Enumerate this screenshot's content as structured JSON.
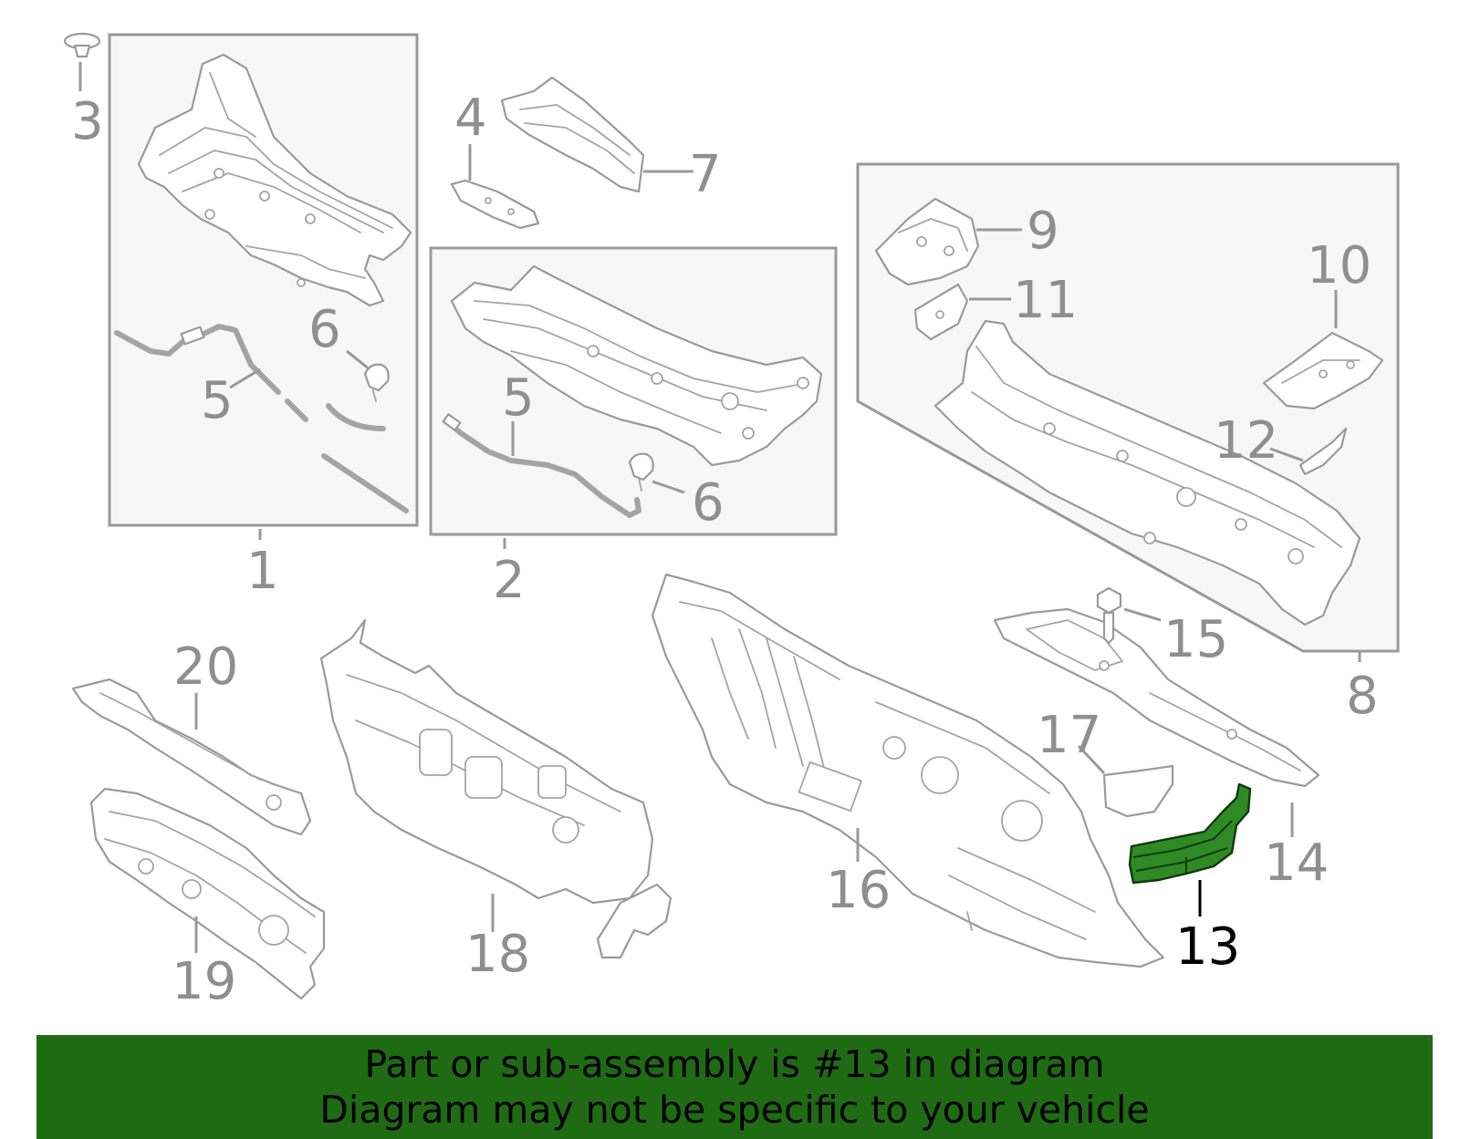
{
  "diagram": {
    "callouts": [
      "1",
      "2",
      "3",
      "4",
      "5",
      "5",
      "6",
      "6",
      "7",
      "8",
      "9",
      "10",
      "11",
      "12",
      "13",
      "14",
      "15",
      "16",
      "17",
      "18",
      "19",
      "20"
    ],
    "highlighted_callout": "13",
    "highlight_color": "#2f8a26",
    "line_color": "#9a9a9a"
  },
  "banner": {
    "line1": "Part or sub-assembly is #13 in diagram",
    "line2": "Diagram may not be specific to your vehicle",
    "background": "#1f6b14"
  }
}
